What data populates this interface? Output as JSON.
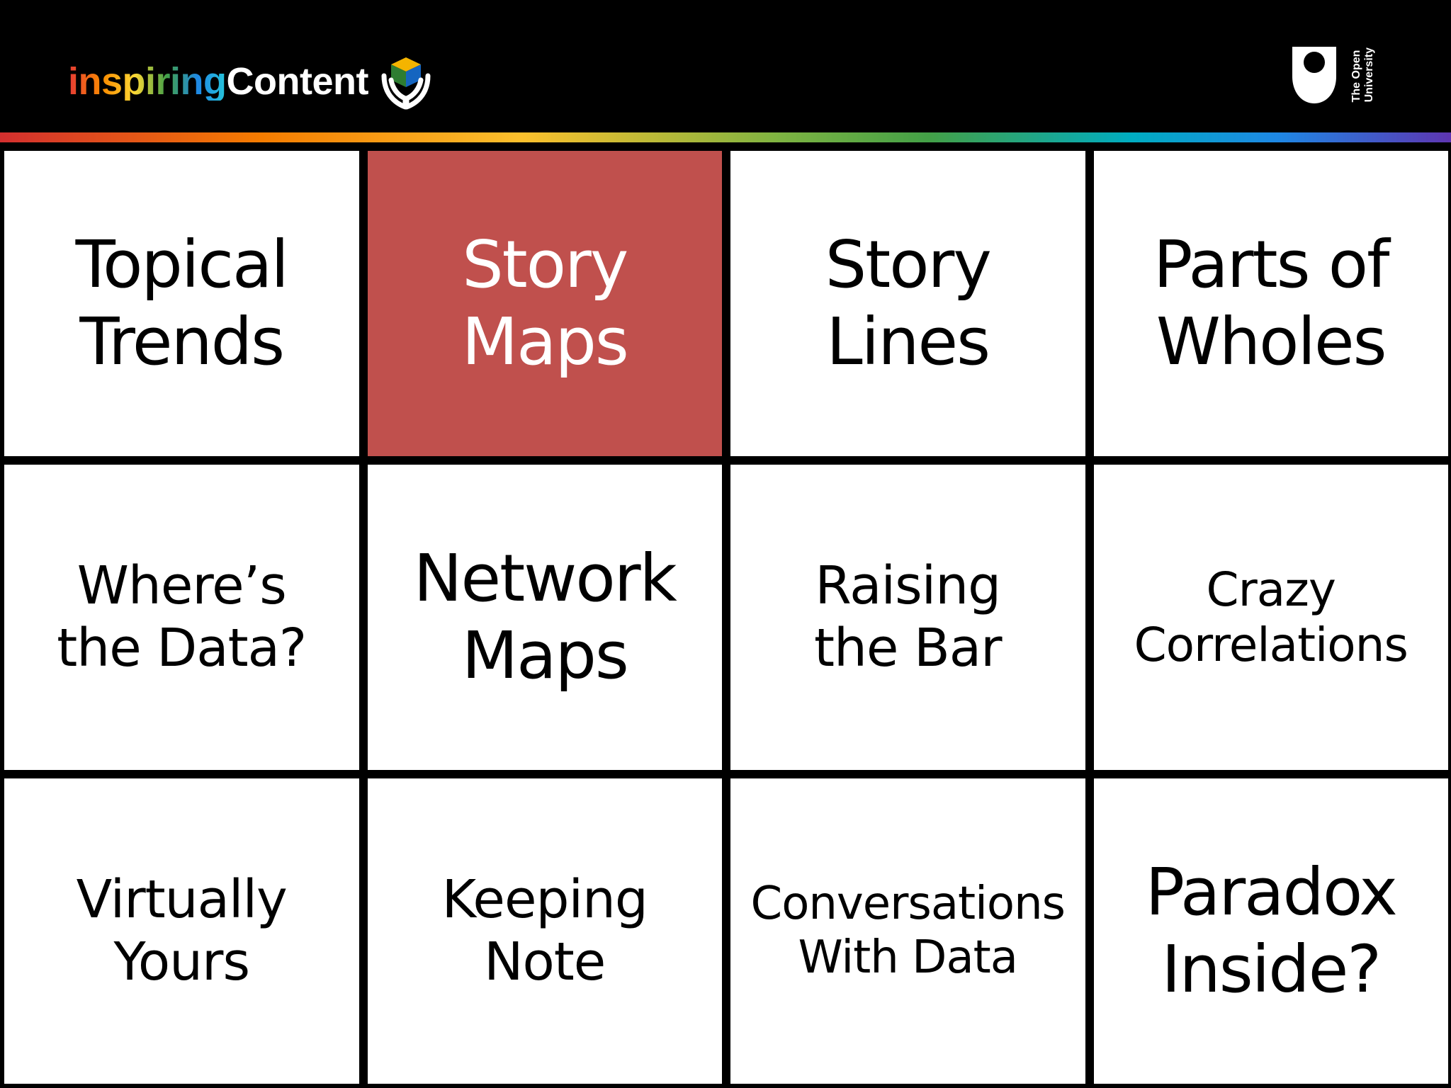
{
  "header": {
    "brand": {
      "inspiring": "inspiring",
      "content": "Content",
      "icon": "hands-cube-icon"
    },
    "university": {
      "name": "The Open\nUniversity",
      "icon": "open-university-shield-icon"
    }
  },
  "grid": {
    "tiles": [
      {
        "label": "Topical\nTrends",
        "selected": false
      },
      {
        "label": "Story\nMaps",
        "selected": true
      },
      {
        "label": "Story\nLines",
        "selected": false
      },
      {
        "label": "Parts of\nWholes",
        "selected": false
      },
      {
        "label": "Where’s\nthe Data?",
        "selected": false
      },
      {
        "label": "Network\nMaps",
        "selected": false
      },
      {
        "label": "Raising\nthe Bar",
        "selected": false
      },
      {
        "label": "Crazy\nCorrelations",
        "selected": false
      },
      {
        "label": "Virtually\nYours",
        "selected": false
      },
      {
        "label": "Keeping\nNote",
        "selected": false
      },
      {
        "label": "Conversations\nWith Data",
        "selected": false
      },
      {
        "label": "Paradox\nInside?",
        "selected": false
      }
    ]
  },
  "colors": {
    "background": "#000000",
    "tile": "#ffffff",
    "selected_tile": "#c0504d",
    "selected_text": "#ffffff",
    "text": "#000000"
  }
}
